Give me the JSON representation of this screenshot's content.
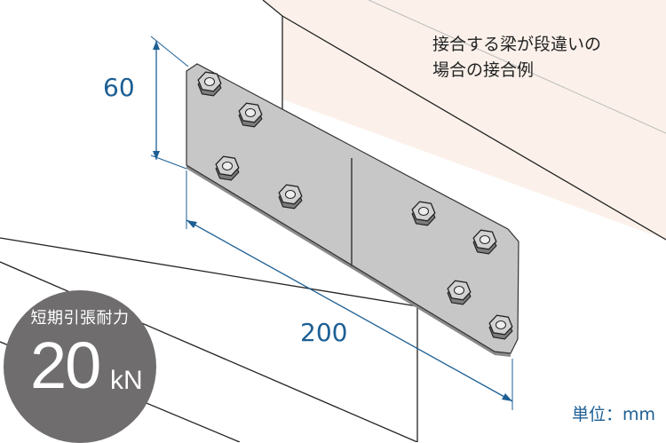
{
  "note_lines": [
    "接合する梁が段違いの",
    "場合の接合例"
  ],
  "unit_label": "単位：mm",
  "dimensions": {
    "height": "60",
    "length": "200"
  },
  "badge": {
    "label": "短期引張耐力",
    "value": "20",
    "unit": "kN"
  },
  "colors": {
    "dimension": "#1d5f94",
    "badge": "#6f6d6d",
    "upper_beam_fill": "#fbf1ea",
    "plate": "#c7c7c7",
    "line": "#222222"
  }
}
